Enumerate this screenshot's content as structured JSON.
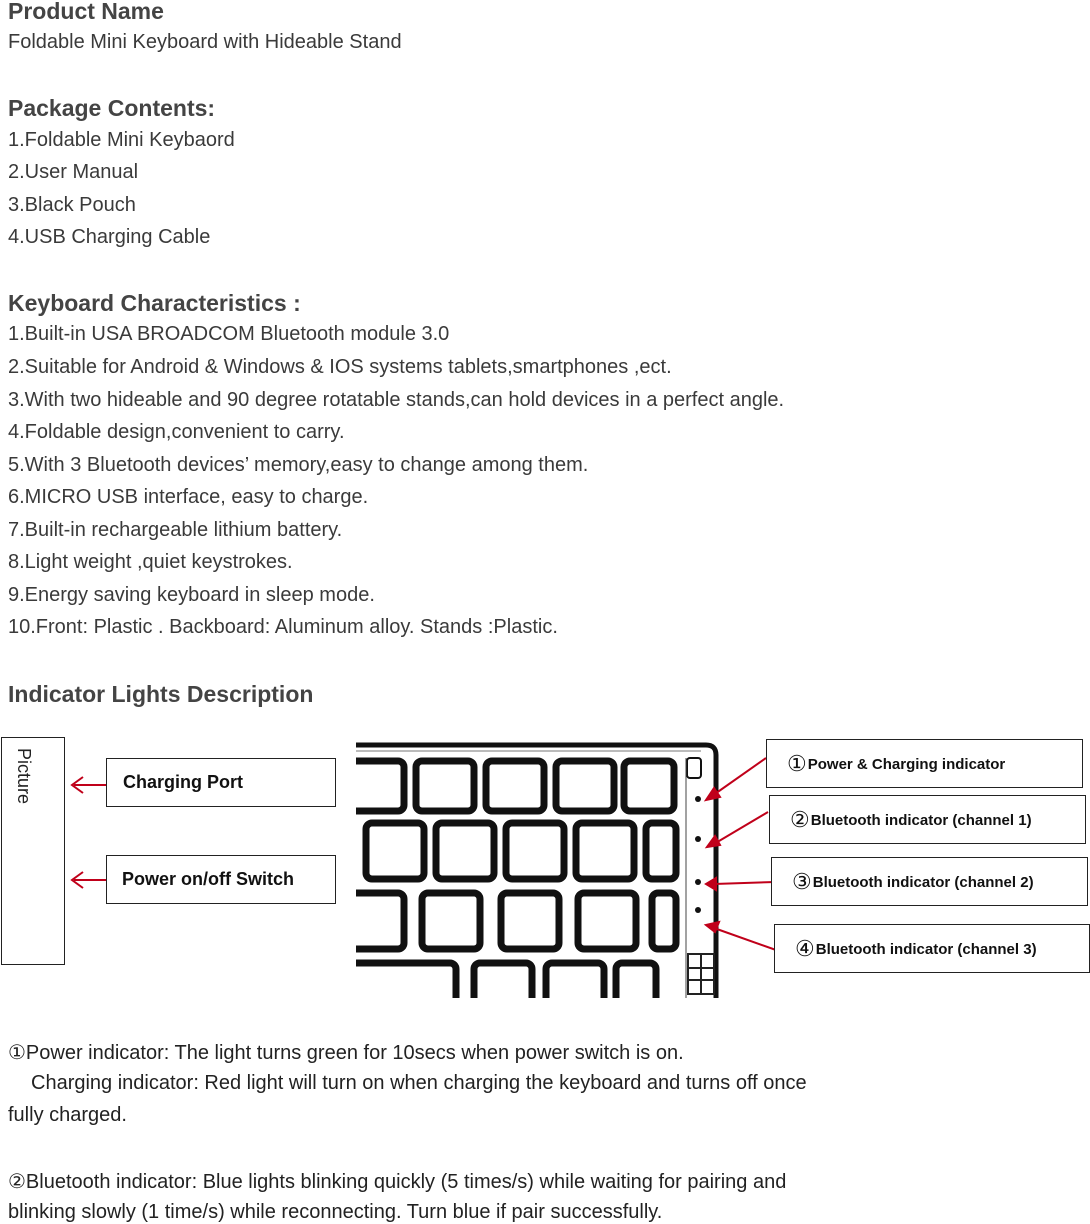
{
  "product": {
    "heading": "Product Name",
    "name": "Foldable Mini Keyboard with Hideable Stand"
  },
  "package": {
    "heading": "Package Contents:",
    "items": [
      "1.Foldable Mini Keybaord",
      "2.User Manual",
      "3.Black Pouch",
      "4.USB Charging Cable"
    ]
  },
  "characteristics": {
    "heading": "Keyboard Characteristics :",
    "items": [
      "1.Built-in USA BROADCOM Bluetooth module 3.0",
      "2.Suitable for Android & Windows & IOS systems tablets,smartphones ,ect.",
      "3.With two hideable and 90 degree rotatable stands,can hold devices in a perfect angle.",
      "4.Foldable design,convenient to carry.",
      "5.With 3 Bluetooth devices’ memory,easy to change among them.",
      "6.MICRO USB interface, easy to charge.",
      "7.Built-in rechargeable lithium battery.",
      "8.Light weight ,quiet keystrokes.",
      "9.Energy saving keyboard in sleep mode.",
      "10.Front: Plastic . Backboard: Aluminum alloy. Stands :Plastic."
    ]
  },
  "indicators": {
    "heading": "Indicator Lights Description",
    "picture_label": "Picture",
    "charging_port": "Charging Port",
    "power_switch": "Power on/off Switch",
    "callouts": [
      {
        "num": "①",
        "label": "Power & Charging indicator"
      },
      {
        "num": "②",
        "label": "Bluetooth indicator (channel 1)"
      },
      {
        "num": "③",
        "label": "Bluetooth indicator (channel 2)"
      },
      {
        "num": "④",
        "label": "Bluetooth indicator (channel 3)"
      }
    ],
    "arrow_color": "#c0001a"
  },
  "descriptions": {
    "power_1": "①Power indicator: The light turns green for 10secs when power switch is on.",
    "power_2": "Charging indicator: Red light will turn on when charging the keyboard and turns off once",
    "power_3": "fully charged.",
    "bt_1": "②Bluetooth indicator: Blue lights blinking quickly (5 times/s) while waiting for pairing and",
    "bt_2": "blinking slowly (1 time/s) while reconnecting. Turn blue if pair successfully."
  }
}
